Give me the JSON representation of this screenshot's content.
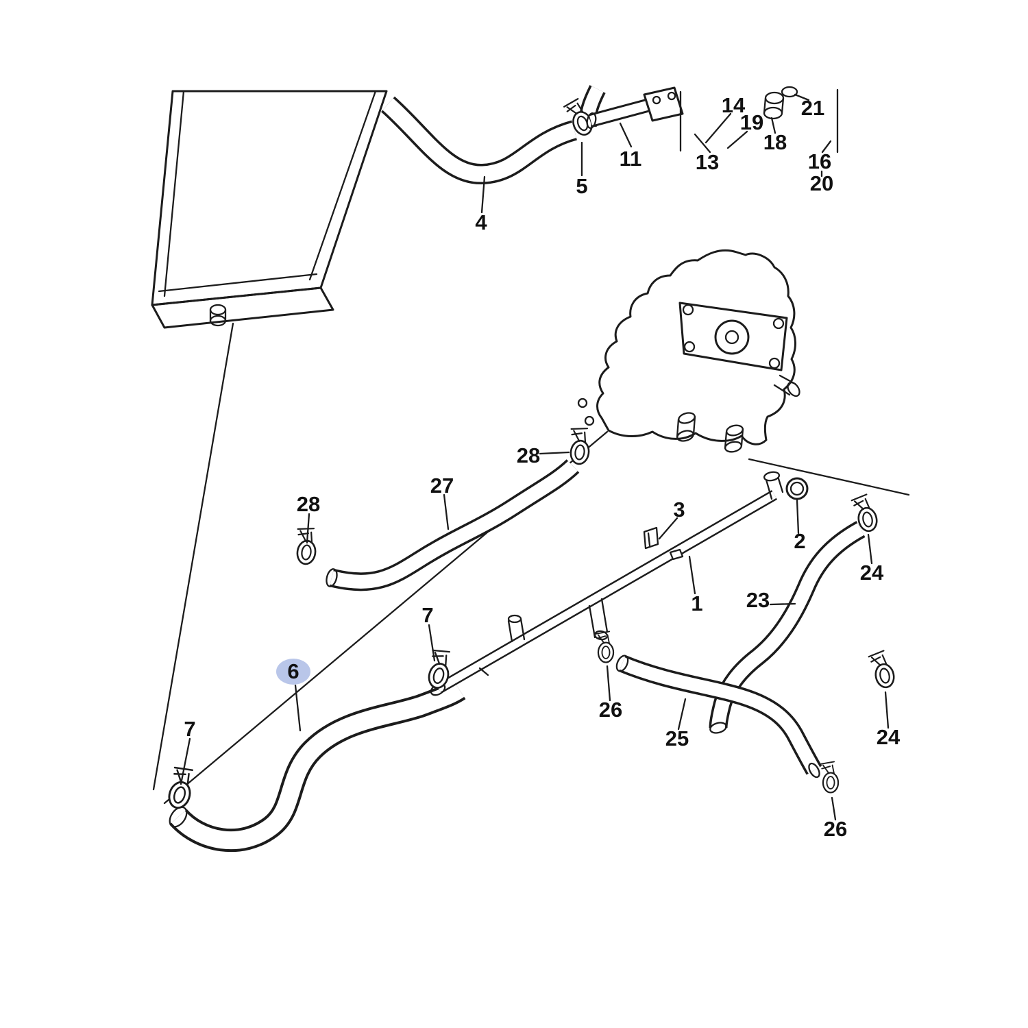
{
  "diagram": {
    "background": "#ffffff",
    "line_color": "#1c1c1c",
    "highlight_fill": "#b9c6e9",
    "highlighted_part": "6"
  },
  "callouts": [
    {
      "part": "4"
    },
    {
      "part": "5"
    },
    {
      "part": "11"
    },
    {
      "part": "13"
    },
    {
      "part": "14"
    },
    {
      "part": "19"
    },
    {
      "part": "18"
    },
    {
      "part": "21"
    },
    {
      "part": "16"
    },
    {
      "part": "20"
    },
    {
      "part": "28"
    },
    {
      "part": "27"
    },
    {
      "part": "28"
    },
    {
      "part": "3"
    },
    {
      "part": "2"
    },
    {
      "part": "24"
    },
    {
      "part": "1"
    },
    {
      "part": "23"
    },
    {
      "part": "7"
    },
    {
      "part": "6",
      "highlighted": true
    },
    {
      "part": "26"
    },
    {
      "part": "25"
    },
    {
      "part": "7"
    },
    {
      "part": "24"
    },
    {
      "part": "26"
    }
  ]
}
